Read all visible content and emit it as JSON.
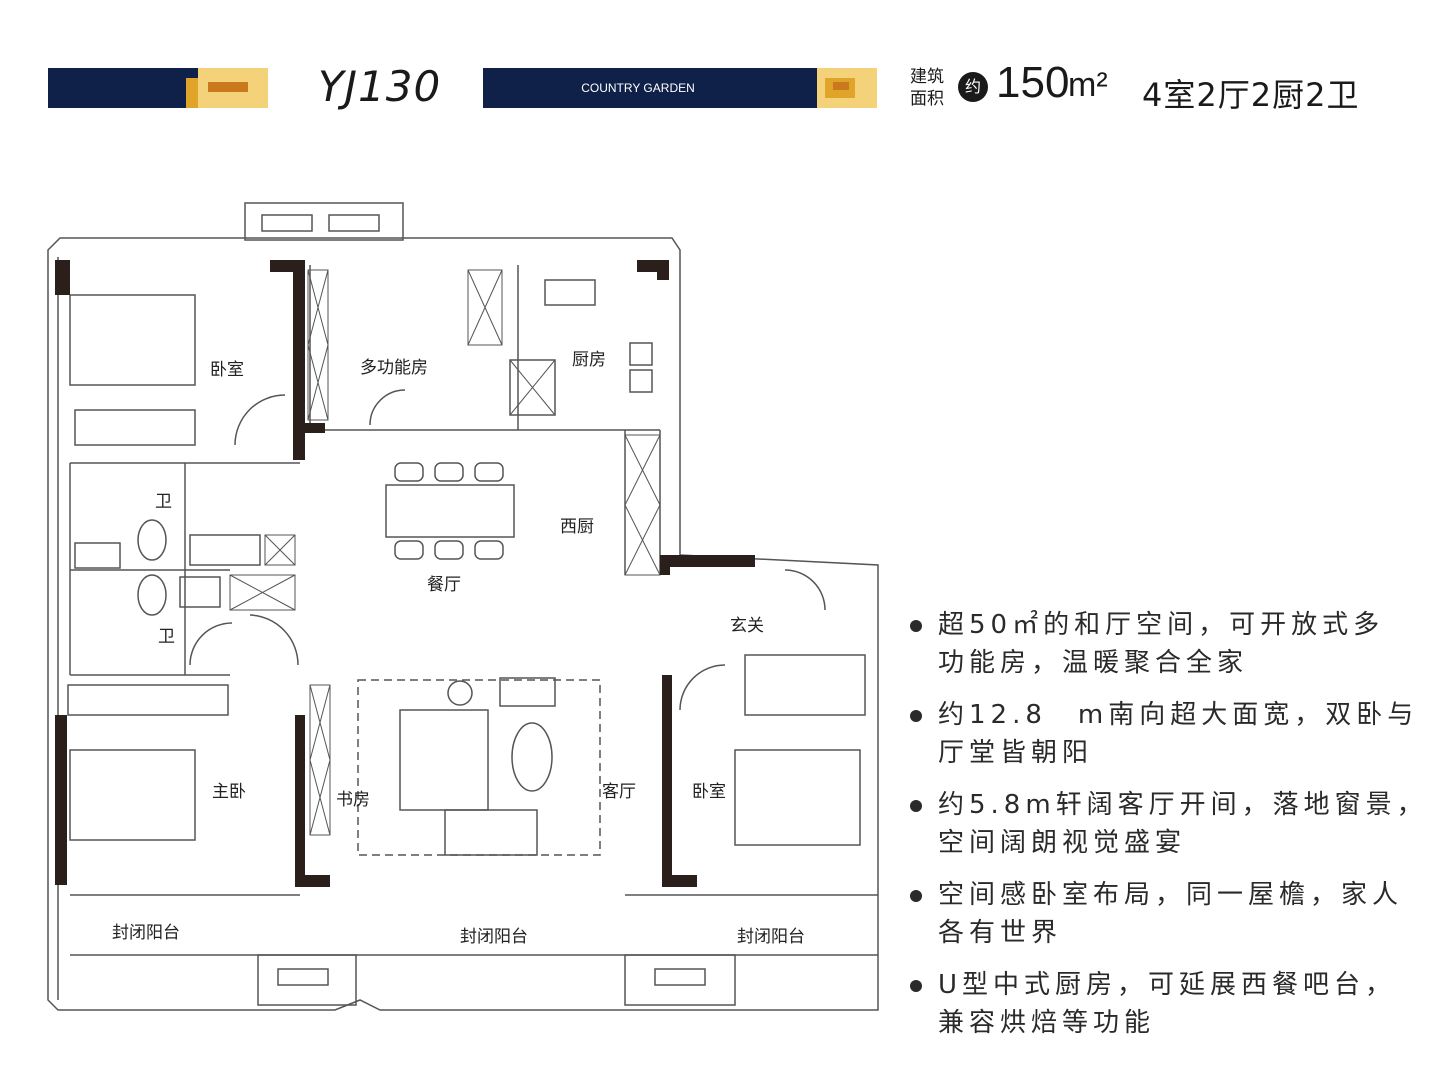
{
  "header": {
    "code": "YJ130",
    "brand": "COUNTRY GARDEN",
    "area_label_line1": "建筑",
    "area_label_line2": "面积",
    "approx": "约",
    "area_value": "150",
    "area_unit": "m²",
    "layout": "4室2厅2厨2卫"
  },
  "colors": {
    "navy": "#0f2148",
    "gold": "#e0a42a",
    "light_gold": "#f3d27a",
    "orange": "#c9781c",
    "wall": "#2b1f1c"
  },
  "rooms": {
    "bedroom_top": "卧室",
    "multi_room": "多功能房",
    "kitchen": "厨房",
    "bath_top": "卫",
    "bath_bottom": "卫",
    "western_kitchen": "西厨",
    "dining": "餐厅",
    "foyer": "玄关",
    "master_bedroom": "主卧",
    "study": "书房",
    "living": "客厅",
    "bedroom_right": "卧室",
    "balcony_left": "封闭阳台",
    "balcony_middle": "封闭阳台",
    "balcony_right": "封闭阳台"
  },
  "features": [
    {
      "line1": "超50㎡的和厅空间，可开放式多",
      "line2": "功能房，温暖聚合全家"
    },
    {
      "line1": "约12.8　m南向超大面宽，双卧与",
      "line2": "厅堂皆朝阳"
    },
    {
      "line1": "约5.8m轩阔客厅开间，落地窗景，",
      "line2": "空间阔朗视觉盛宴"
    },
    {
      "line1": "空间感卧室布局，同一屋檐，家人",
      "line2": "各有世界"
    },
    {
      "line1": "U型中式厨房，可延展西餐吧台，",
      "line2": "兼容烘焙等功能"
    }
  ]
}
